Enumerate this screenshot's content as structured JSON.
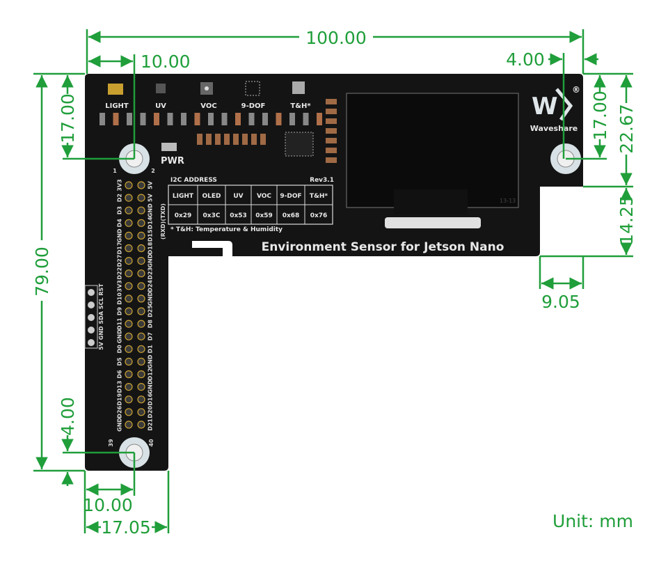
{
  "board": {
    "title": "Environment Sensor for Jetson Nano",
    "revision": "Rev3.1",
    "brand": "Waveshare",
    "registered_mark": "®",
    "power_label": "PWR",
    "sensors": [
      "LIGHT",
      "UV",
      "VOC",
      "9-DOF",
      "T&H*"
    ],
    "i2c_table": {
      "title": "I2C ADDRESS",
      "headers": [
        "LIGHT",
        "OLED",
        "UV",
        "VOC",
        "9-DOF",
        "T&H*"
      ],
      "values": [
        "0x29",
        "0x3C",
        "0x53",
        "0x59",
        "0x68",
        "0x76"
      ]
    },
    "footnote": "* T&H: Temperature & Humidity",
    "oled_marking": "13-13",
    "uart_note": "(RXD)(TXD)",
    "pin_left": [
      "3V3",
      "D2",
      "D3",
      "D4",
      "GND",
      "D17",
      "D27",
      "D22",
      "3V3",
      "D10",
      "D9",
      "D11",
      "GND",
      "D0",
      "D5",
      "D6",
      "D13",
      "D19",
      "D26",
      "GND"
    ],
    "pin_right": [
      "5V",
      "5V",
      "GND",
      "D14",
      "D15",
      "D18",
      "GND",
      "D23",
      "D24",
      "GND",
      "D25",
      "D8",
      "D7",
      "D1",
      "GND",
      "D12",
      "GND",
      "D16",
      "D20",
      "D21"
    ],
    "pin_numbers": {
      "first_left": "1",
      "first_right": "2",
      "last_left": "39",
      "last_right": "40"
    },
    "side_header": "5V GND SDA SCL RST"
  },
  "dimensions": {
    "total_width": "100.00",
    "top_hole_x": "10.00",
    "right_hole_offset": "4.00",
    "left_hole_y": "17.00",
    "total_height": "79.00",
    "bottom_hole_offset": "4.00",
    "bottom_hole_x": "10.00",
    "leg_width": "17.05",
    "right_hole_y": "17.00",
    "right_edge_height": "22.67",
    "notch_height": "14.25",
    "notch_width": "9.05"
  },
  "unit_label": "Unit: mm",
  "colors": {
    "dimension": "#1f9e3a",
    "pcb": "#141414",
    "silkscreen": "#e8e8e8"
  }
}
